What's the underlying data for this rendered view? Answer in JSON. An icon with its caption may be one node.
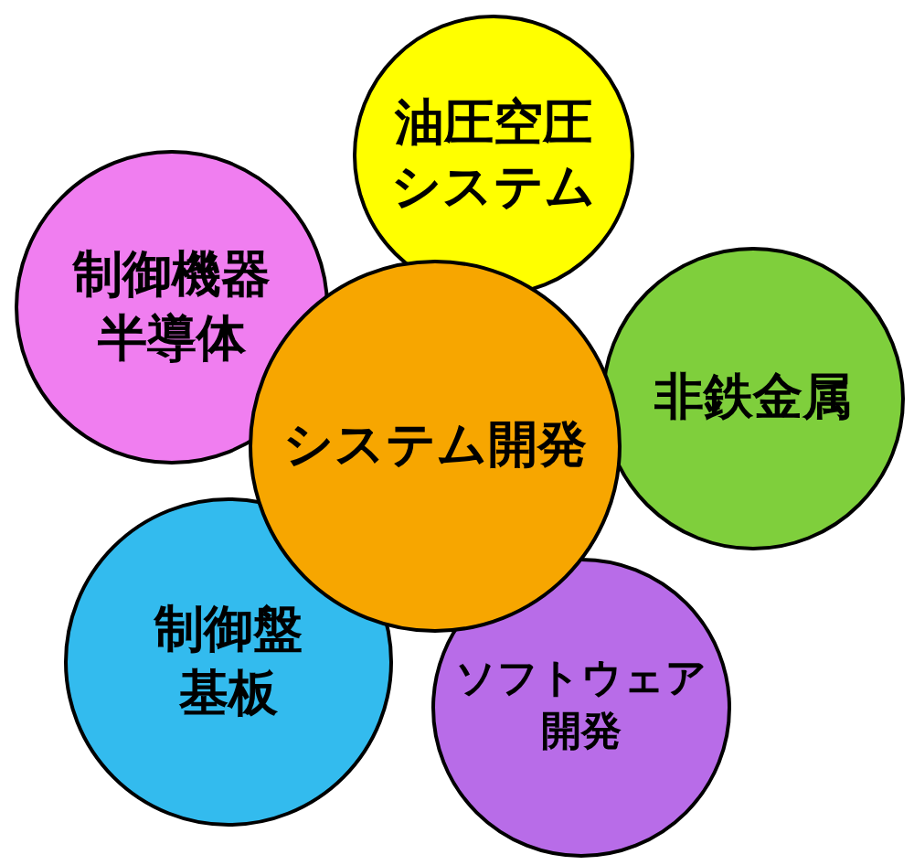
{
  "diagram": {
    "nodes": [
      {
        "text": [
          "油圧空圧システム"
        ]
      },
      {
        "text": [
          "制御機器半導体"
        ]
      },
      {
        "text": [
          "システム開発"
        ]
      },
      {
        "text": [
          "非鉄金属"
        ]
      },
      {
        "text": [
          "制御盤基板"
        ]
      },
      {
        "text": [
          "ソフトウェア開発"
        ]
      }
    ]
  }
}
